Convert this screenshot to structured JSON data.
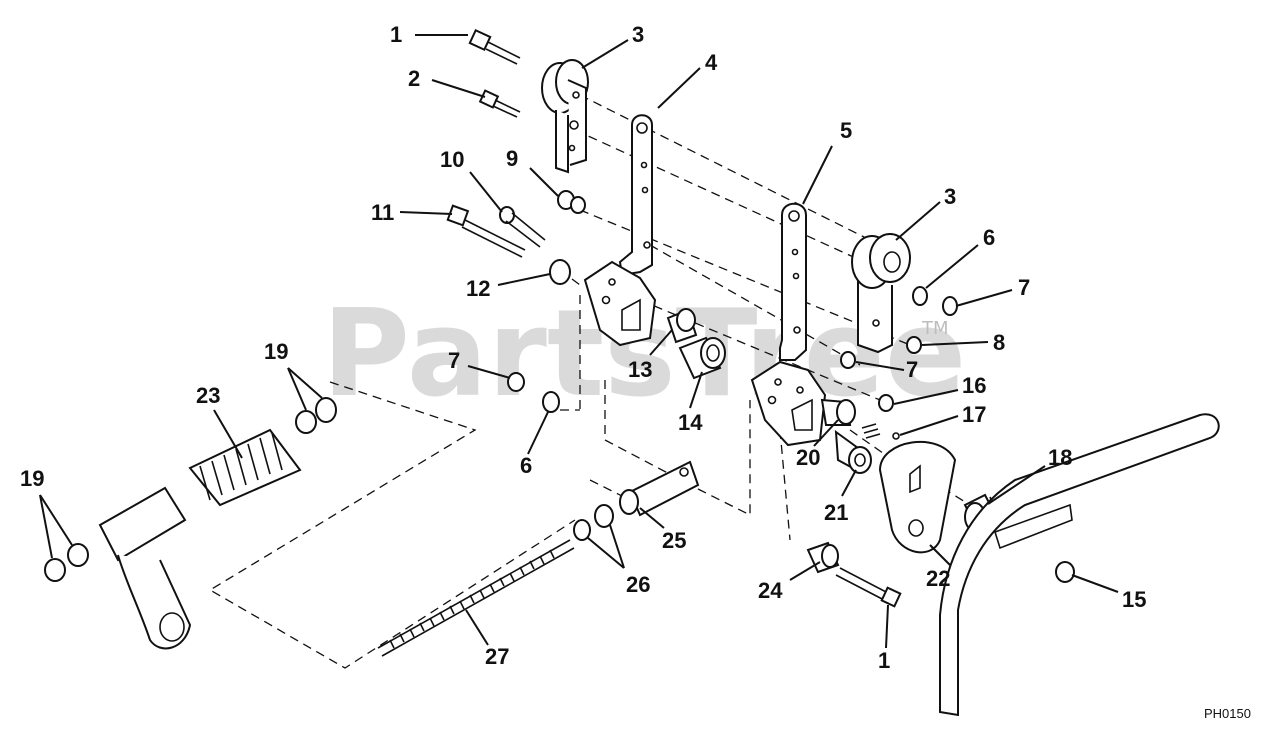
{
  "watermark": {
    "text": "PartsTree",
    "trademark": "TM"
  },
  "drawing_code": "PH0150",
  "callouts": [
    {
      "id": "c1a",
      "label": "1"
    },
    {
      "id": "c2",
      "label": "2"
    },
    {
      "id": "c3a",
      "label": "3"
    },
    {
      "id": "c4",
      "label": "4"
    },
    {
      "id": "c5",
      "label": "5"
    },
    {
      "id": "c3b",
      "label": "3"
    },
    {
      "id": "c6a",
      "label": "6"
    },
    {
      "id": "c7a",
      "label": "7"
    },
    {
      "id": "c8",
      "label": "8"
    },
    {
      "id": "c7b",
      "label": "7"
    },
    {
      "id": "c16",
      "label": "16"
    },
    {
      "id": "c17",
      "label": "17"
    },
    {
      "id": "c9",
      "label": "9"
    },
    {
      "id": "c10",
      "label": "10"
    },
    {
      "id": "c11",
      "label": "11"
    },
    {
      "id": "c12",
      "label": "12"
    },
    {
      "id": "c13",
      "label": "13"
    },
    {
      "id": "c14",
      "label": "14"
    },
    {
      "id": "c7c",
      "label": "7"
    },
    {
      "id": "c6b",
      "label": "6"
    },
    {
      "id": "c19a",
      "label": "19"
    },
    {
      "id": "c23",
      "label": "23"
    },
    {
      "id": "c19b",
      "label": "19"
    },
    {
      "id": "c20",
      "label": "20"
    },
    {
      "id": "c21",
      "label": "21"
    },
    {
      "id": "c18",
      "label": "18"
    },
    {
      "id": "c22",
      "label": "22"
    },
    {
      "id": "c15",
      "label": "15"
    },
    {
      "id": "c25",
      "label": "25"
    },
    {
      "id": "c26",
      "label": "26"
    },
    {
      "id": "c27",
      "label": "27"
    },
    {
      "id": "c24",
      "label": "24"
    },
    {
      "id": "c1b",
      "label": "1"
    }
  ]
}
